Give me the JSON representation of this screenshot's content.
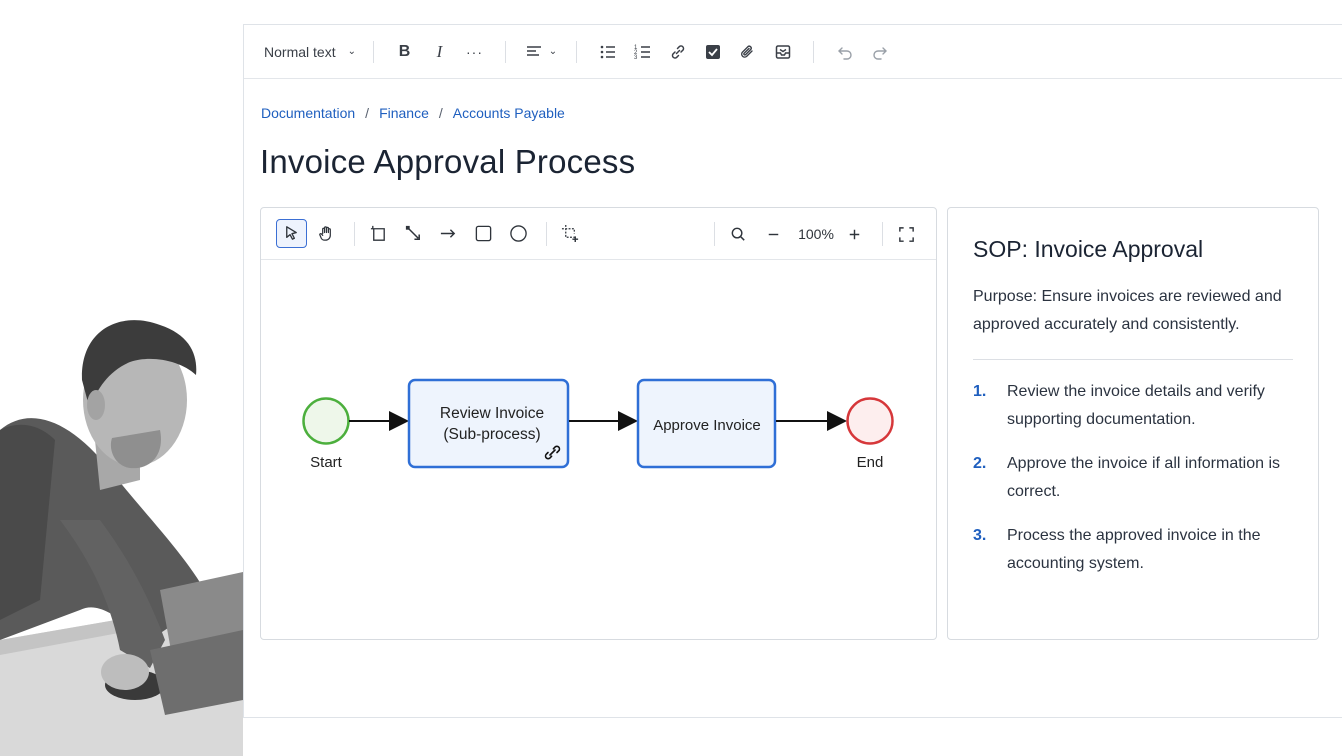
{
  "toolbar": {
    "text_style": "Normal text",
    "icons": [
      "bold-icon",
      "italic-icon",
      "more-icon",
      "align-icon",
      "bullet-list-icon",
      "numbered-list-icon",
      "link-icon",
      "checkbox-icon",
      "attachment-icon",
      "inbox-icon",
      "undo-icon",
      "redo-icon"
    ]
  },
  "breadcrumb": {
    "items": [
      "Documentation",
      "Finance",
      "Accounts Payable"
    ],
    "separator": "/"
  },
  "page": {
    "title": "Invoice Approval Process"
  },
  "diagram": {
    "zoom": "100%",
    "nodes": {
      "start": "Start",
      "review_line1": "Review Invoice",
      "review_line2": "(Sub-process)",
      "approve": "Approve Invoice",
      "end": "End"
    },
    "colors": {
      "start_stroke": "#4caf3d",
      "end_stroke": "#d6373a",
      "task_stroke": "#2f6fd6",
      "task_fill": "#eef4fd"
    }
  },
  "sop": {
    "title": "SOP: Invoice Approval",
    "purpose": "Purpose: Ensure invoices are reviewed and approved accurately and consistently.",
    "steps": [
      {
        "num": "1.",
        "text": "Review the invoice details and verify supporting documentation."
      },
      {
        "num": "2.",
        "text": "Approve the invoice if all information is correct."
      },
      {
        "num": "3.",
        "text": "Process the approved invoice in the accounting system."
      }
    ]
  },
  "colors": {
    "accent": "#1f5fbf"
  }
}
